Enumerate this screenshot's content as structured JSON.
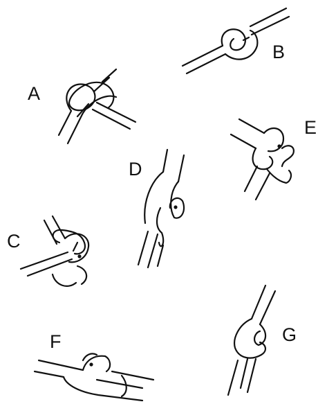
{
  "labels": {
    "a": "A",
    "b": "B",
    "c": "C",
    "d": "D",
    "e": "E",
    "f": "F",
    "g": "G"
  },
  "colors": {
    "ink": "#111111",
    "background": "#ffffff"
  }
}
